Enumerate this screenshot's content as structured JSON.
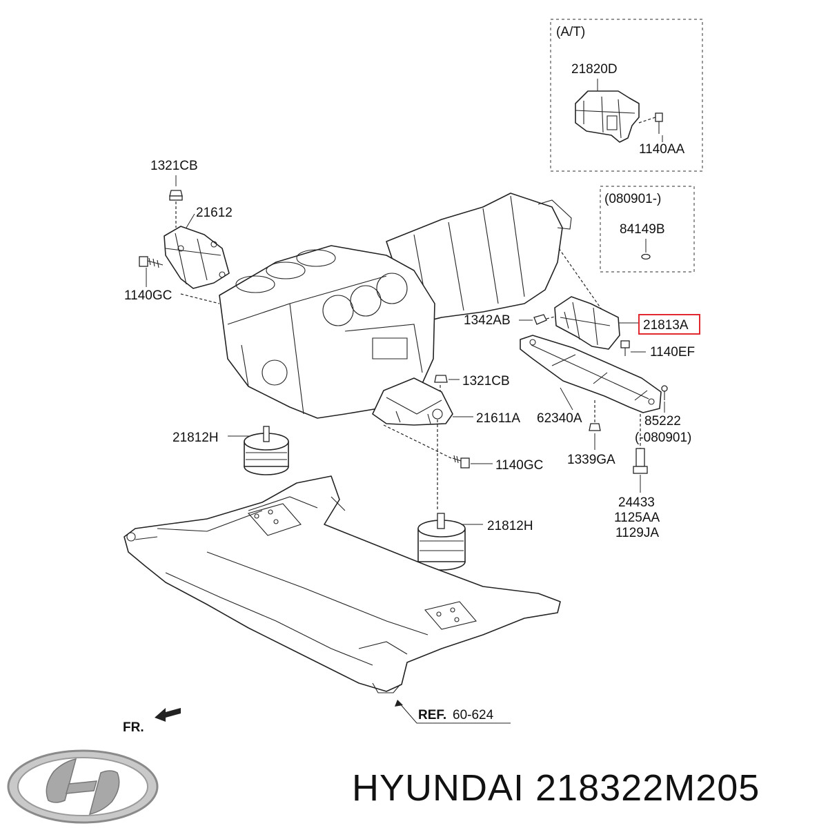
{
  "labels": {
    "at_title": "(A/T)",
    "p21820D": "21820D",
    "p1140AA": "1140AA",
    "date_box_title": "(080901-)",
    "p84149B": "84149B",
    "p1321CB_top": "1321CB",
    "p21612": "21612",
    "p1140GC_left": "1140GC",
    "p1342AB": "1342AB",
    "p21813A": "21813A",
    "p1140EF": "1140EF",
    "p1321CB_mid": "1321CB",
    "p21611A": "21611A",
    "p62340A": "62340A",
    "p85222": "85222",
    "p080901_end": "(-080901)",
    "p21812H_left": "21812H",
    "p1140GC_mid": "1140GC",
    "p1339GA": "1339GA",
    "p24433": "24433",
    "p1125AA": "1125AA",
    "p1129JA": "1129JA",
    "p21812H_right": "21812H",
    "ref_bold": "REF.",
    "ref_num": "60-624",
    "front": "FR."
  },
  "brand": {
    "name": "HYUNDAI 218322M205",
    "logo_icon": "hyundai-logo-icon"
  },
  "colors": {
    "highlight": "#e0282e",
    "line": "#222222"
  }
}
